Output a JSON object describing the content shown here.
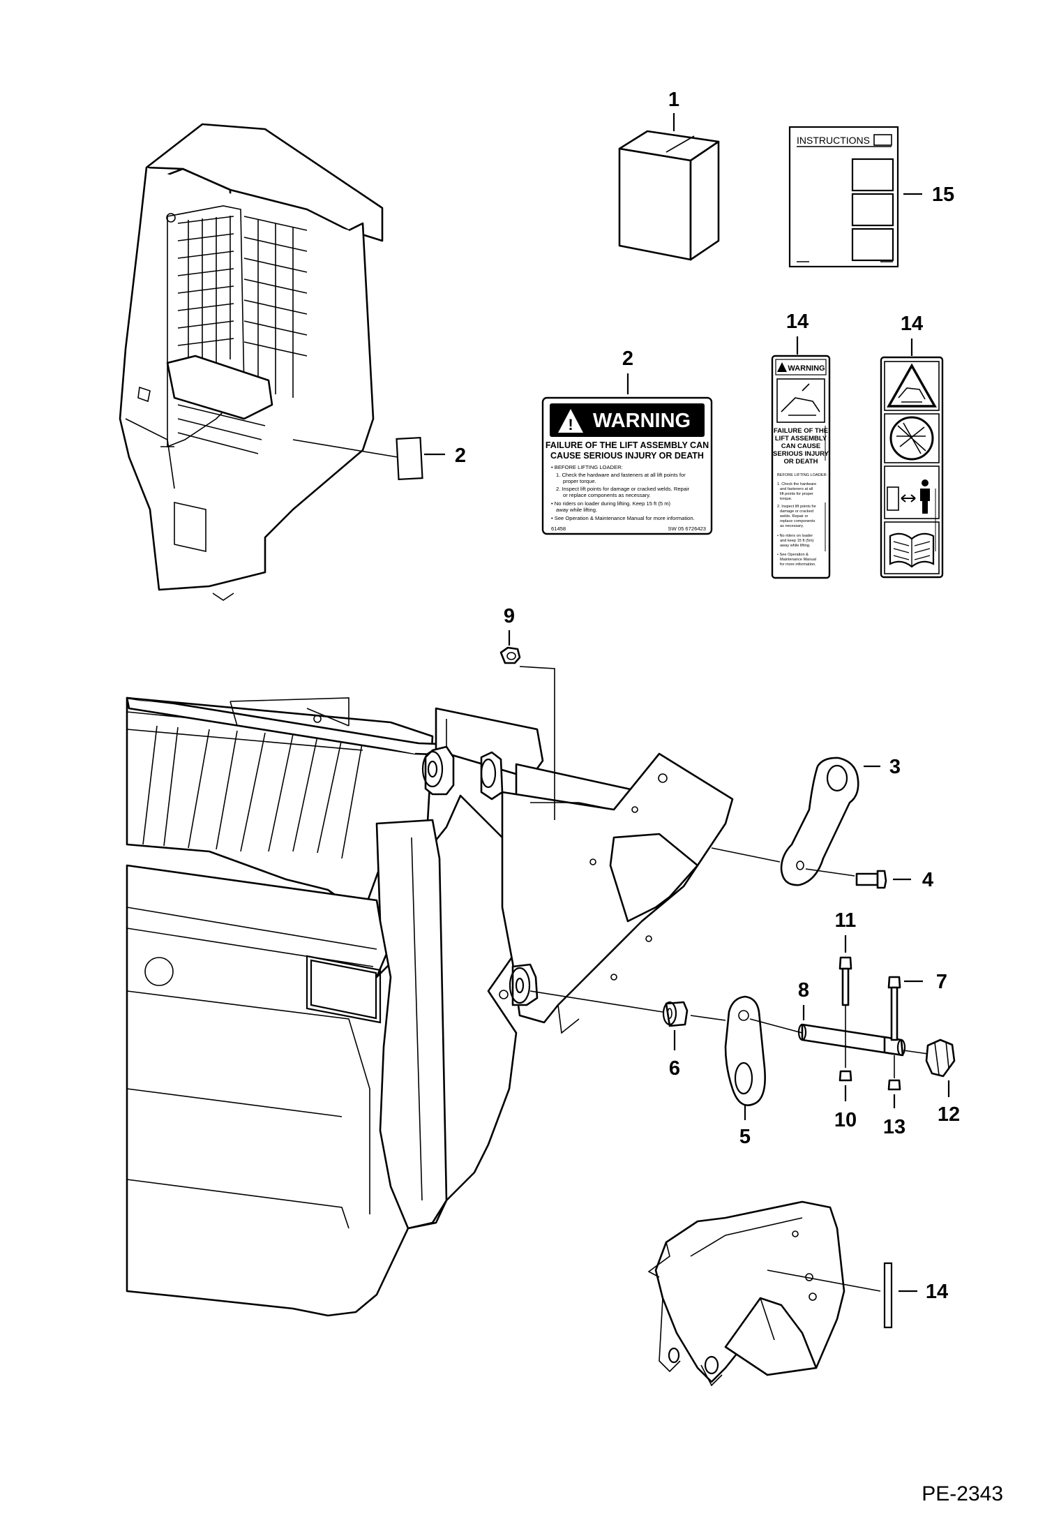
{
  "figure_id": "PE-2343",
  "callouts": {
    "c1": "1",
    "c2a": "2",
    "c2b": "2",
    "c3": "3",
    "c4": "4",
    "c5": "5",
    "c6": "6",
    "c7": "7",
    "c8": "8",
    "c9": "9",
    "c10": "10",
    "c11": "11",
    "c12": "12",
    "c13": "13",
    "c14a": "14",
    "c14b": "14",
    "c14c": "14",
    "c15": "15"
  },
  "instructions_decal": {
    "title": "INSTRUCTIONS"
  },
  "warning_decal": {
    "header": "WARNING",
    "headline_1": "FAILURE OF THE LIFT ASSEMBLY CAN",
    "headline_2": "CAUSE SERIOUS INJURY OR DEATH",
    "b1": "• BEFORE LIFTING LOADER:",
    "b1_1": "1. Check the hardware and fasteners at all lift points for",
    "b1_1b": "proper torque.",
    "b1_2": "2. Inspect lift points for damage or cracked welds. Repair",
    "b1_2b": "or replace components as necessary.",
    "b2": "• No riders on loader during lifting. Keep 15 ft (5 m)",
    "b2b": "away while lifting.",
    "b3": "• See Operation & Maintenance Manual for  more information.",
    "code_left": "61458",
    "code_right": "SW 05  6726423"
  },
  "vertical_decal": {
    "header": "WARNING",
    "h1": "FAILURE OF THE",
    "h2": "LIFT ASSEMBLY",
    "h3": "CAN CAUSE",
    "h4": "SERIOUS INJURY",
    "h5": "OR DEATH",
    "before": "BEFORE LIFTING LOADER:",
    "s1": "1. Check the hardware",
    "s1b": "and fasteners at all",
    "s1c": "lift points for proper",
    "s1d": "torque.",
    "s2": "2. Inspect lift points for",
    "s2b": "damage or cracked",
    "s2c": "welds. Repair or",
    "s2d": "replace components",
    "s2e": "as necessary.",
    "s3": "• No riders on loader",
    "s3b": "and keep 15 ft (5m)",
    "s3c": "away while lifting.",
    "s4": "• See Operation &",
    "s4b": "Maintenance Manual",
    "s4c": "for more information."
  },
  "colors": {
    "ink": "#000000",
    "paper": "#ffffff"
  }
}
